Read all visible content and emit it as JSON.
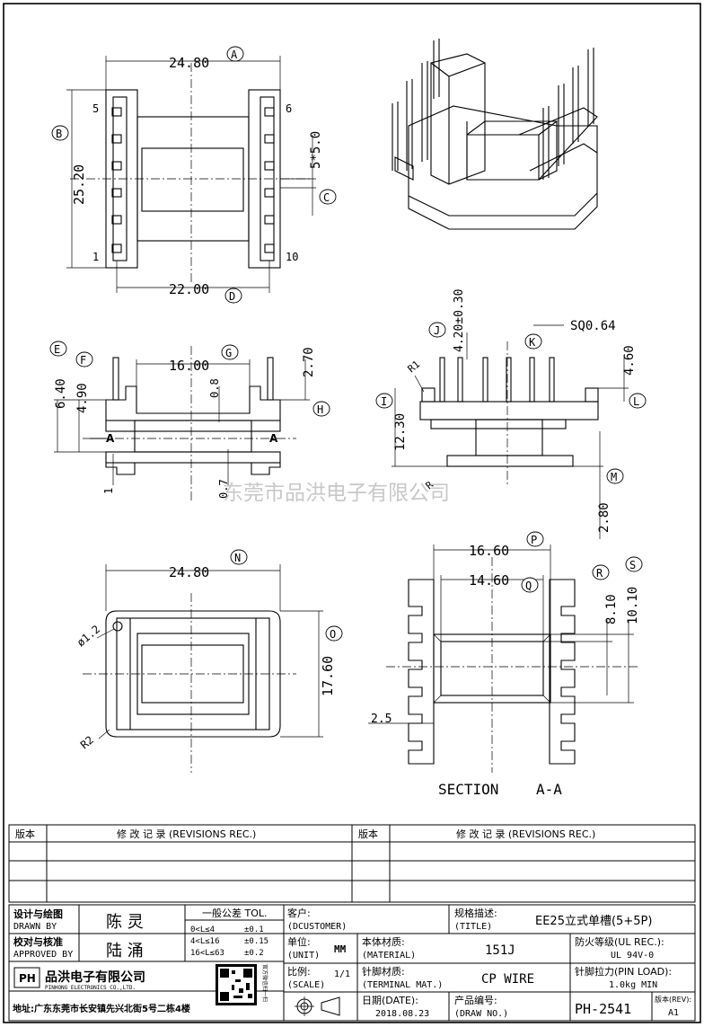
{
  "dims": {
    "top_width": "24.80",
    "top_height": "25.20",
    "pin_pitch": "5*5.0",
    "pin_span": "22.00",
    "pin_label_5": "5",
    "pin_label_6": "6",
    "pin_label_1": "1",
    "pin_label_10": "10",
    "front_inner": "16.00",
    "front_h1": "6.40",
    "front_h2": "4.90",
    "front_h3": "2.70",
    "front_t1": "0.8",
    "front_t2": "0.7",
    "front_t3": "1",
    "section_mark": "A",
    "side_tol": "4.20±0.30",
    "side_sq": "SQ0.64",
    "side_460": "4.60",
    "side_1230": "12.30",
    "side_280": "2.80",
    "side_r1": "R1",
    "side_r": "R",
    "bottom_width": "24.80",
    "bottom_height": "17.60",
    "bottom_dia": "ø1.2",
    "bottom_r2": "R2",
    "sec_w1": "16.60",
    "sec_w2": "14.60",
    "sec_h1": "8.10",
    "sec_h2": "10.10",
    "sec_25": "2.5",
    "section_title": "SECTION",
    "section_name": "A-A"
  },
  "balloons": {
    "A": "A",
    "B": "B",
    "C": "C",
    "D": "D",
    "E": "E",
    "F": "F",
    "G": "G",
    "H": "H",
    "I": "I",
    "J": "J",
    "K": "K",
    "L": "L",
    "M": "M",
    "N": "N",
    "O": "O",
    "P": "P",
    "Q": "Q",
    "R": "R",
    "S": "S"
  },
  "watermark": "东莞市品洪电子有限公司",
  "revisions": {
    "ver_header": "版本",
    "rec_header": "修 改 记 录 (REVISIONS REC.)",
    "ver_header2": "版本",
    "rec_header2": "修 改 记 录 (REVISIONS REC.)"
  },
  "titleblock": {
    "designer_label_cn": "设计与绘图",
    "designer_label_en": "DRAWN BY",
    "designer": "陈 灵",
    "approver_label_cn": "校对与核准",
    "approver_label_en": "APPROVED BY",
    "approver": "陆 涌",
    "tol_title": "一般公差 TOL.",
    "tol1_range": "0<L≤4",
    "tol1_val": "±0.1",
    "tol2_range": "4<L≤16",
    "tol2_val": "±0.15",
    "tol3_range": "16<L≤63",
    "tol3_val": "±0.2",
    "customer_cn": "客户:",
    "customer_en": "(DCUSTOMER)",
    "unit_cn": "单位:",
    "unit_en": "(UNIT)",
    "unit": "MM",
    "material_cn": "本体材质:",
    "material_en": "(MATERIAL)",
    "material": "151J",
    "title_cn": "规格描述:",
    "title_en": "(TITLE)",
    "title": "EE25立式单槽(5+5P)",
    "flame_cn": "防火等级(UL REC.):",
    "flame": "UL 94V-0",
    "scale_cn": "比例:",
    "scale_en": "(SCALE)",
    "scale": "1/1",
    "terminal_cn": "针脚材质:",
    "terminal_en": "(TERMINAL MAT.)",
    "terminal": "CP WIRE",
    "pinload_cn": "针脚拉力(PIN LOAD):",
    "pinload": "1.0kg MIN",
    "date_cn": "日期(DATE):",
    "date": "2018.08.23",
    "drawno_cn": "产品编号:",
    "drawno_en": "(DRAW NO.)",
    "drawno": "PH-2541",
    "rev_cn": "版本(REV):",
    "rev": "A1",
    "company_cn": "品洪电子有限公司",
    "company_en": "PINHONG ELECTRONICS CO.,LTD.",
    "logo_mark": "PH",
    "address": "地址:广东东莞市长安镇先兴北街5号二栋4楼",
    "qr_side": "官方微信扫一扫"
  }
}
